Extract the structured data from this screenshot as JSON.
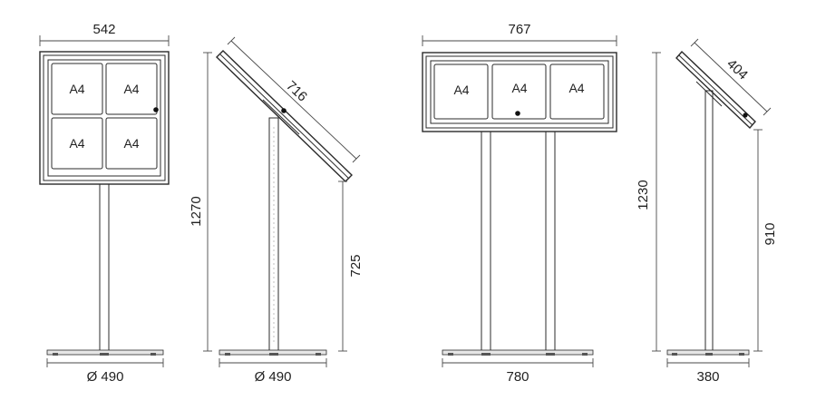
{
  "drawings": {
    "stand_2x2_front": {
      "width_label": "542",
      "cells": [
        "A4",
        "A4",
        "A4",
        "A4"
      ],
      "base_label": "Ø 490"
    },
    "stand_2x2_side": {
      "panel_label": "716",
      "height_label": "1270",
      "lower_height_label": "725",
      "base_label": "Ø 490"
    },
    "stand_3x1_front": {
      "width_label": "767",
      "cells": [
        "A4",
        "A4",
        "A4"
      ],
      "base_label": "780"
    },
    "stand_3x1_side": {
      "panel_label": "404",
      "height_label": "1230",
      "lower_height_label": "910",
      "base_label": "380"
    }
  }
}
